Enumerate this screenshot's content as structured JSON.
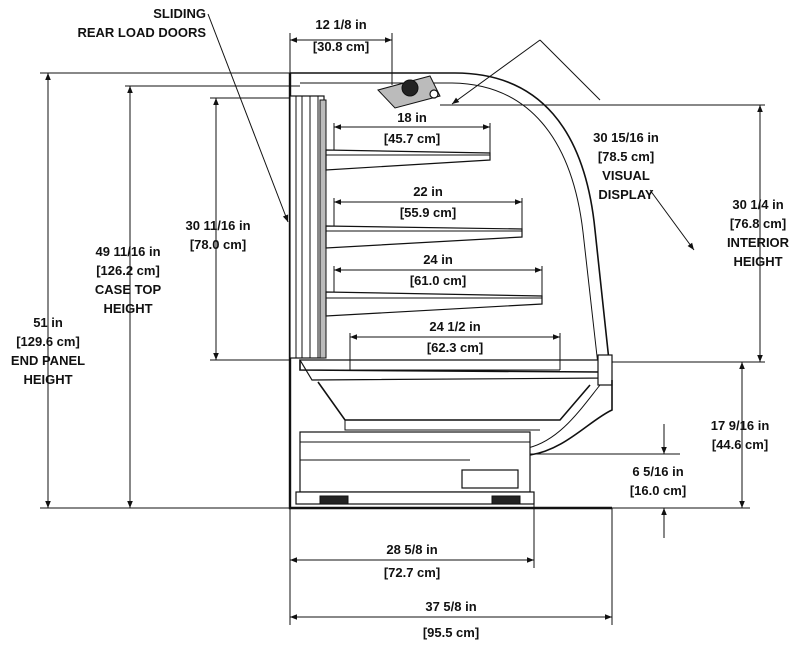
{
  "callout": {
    "line1": "SLIDING",
    "line2": "REAR LOAD DOORS"
  },
  "dimensions": {
    "top_depth": {
      "imperial": "12 1/8 in",
      "metric": "[30.8 cm]"
    },
    "shelf_1": {
      "imperial": "18 in",
      "metric": "[45.7 cm]"
    },
    "shelf_2": {
      "imperial": "22 in",
      "metric": "[55.9 cm]"
    },
    "shelf_3": {
      "imperial": "24 in",
      "metric": "[61.0 cm]"
    },
    "deck": {
      "imperial": "24 1/2 in",
      "metric": "[62.3 cm]"
    },
    "visual_display": {
      "imperial": "30 15/16 in",
      "metric": "[78.5 cm]",
      "label1": "VISUAL",
      "label2": "DISPLAY"
    },
    "interior_height": {
      "imperial": "30 1/4 in",
      "metric": "[76.8 cm]",
      "label1": "INTERIOR",
      "label2": "HEIGHT"
    },
    "shelf_span": {
      "imperial": "30 11/16 in",
      "metric": "[78.0 cm]"
    },
    "case_top_height": {
      "imperial": "49 11/16 in",
      "metric": "[126.2 cm]",
      "label1": "CASE TOP",
      "label2": "HEIGHT"
    },
    "end_panel_height": {
      "imperial": "51 in",
      "metric": "[129.6 cm]",
      "label1": "END PANEL",
      "label2": "HEIGHT"
    },
    "deck_height": {
      "imperial": "17 9/16 in",
      "metric": "[44.6 cm]"
    },
    "front_rail": {
      "imperial": "6 5/16 in",
      "metric": "[16.0 cm]"
    },
    "base_depth": {
      "imperial": "28 5/8 in",
      "metric": "[72.7 cm]"
    },
    "overall_depth": {
      "imperial": "37 5/8 in",
      "metric": "[95.5 cm]"
    }
  }
}
